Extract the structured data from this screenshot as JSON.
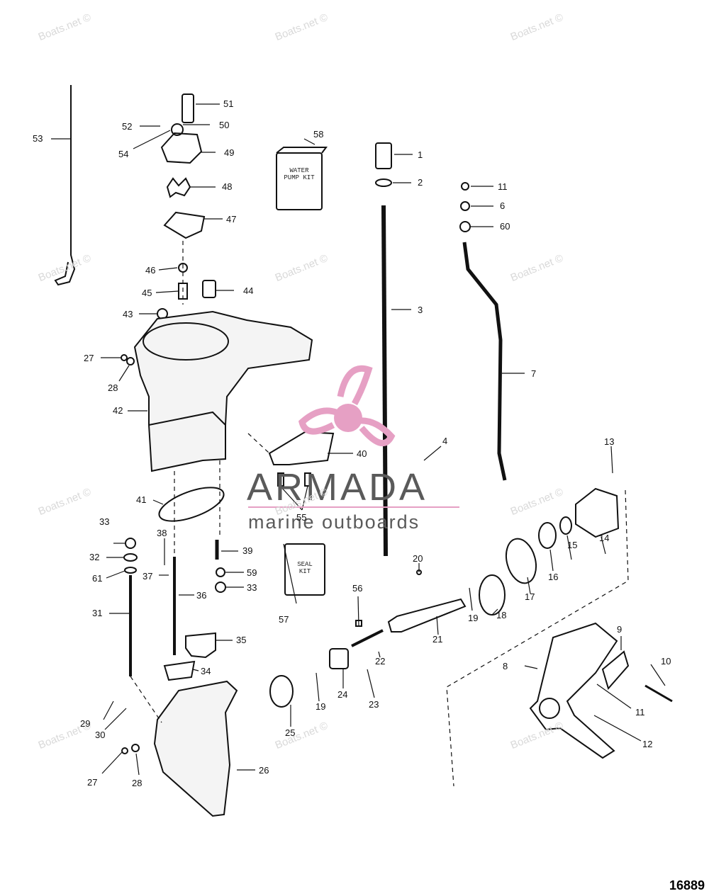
{
  "figure_number": "16889",
  "watermark": "Boats.net ©",
  "logo": {
    "name": "ARMADA",
    "tagline": "marine outboards",
    "color": "#e6a0c4"
  },
  "kits": {
    "water_pump_kit": "WATER PUMP KIT",
    "seal_kit": "SEAL KIT"
  },
  "callouts": [
    "1",
    "2",
    "3",
    "4",
    "6",
    "7",
    "8",
    "9",
    "10",
    "11",
    "11",
    "12",
    "13",
    "14",
    "15",
    "16",
    "17",
    "18",
    "19",
    "19",
    "20",
    "21",
    "22",
    "23",
    "24",
    "25",
    "26",
    "27",
    "27",
    "28",
    "28",
    "29",
    "30",
    "31",
    "32",
    "33",
    "33",
    "34",
    "35",
    "36",
    "37",
    "38",
    "39",
    "40",
    "41",
    "42",
    "43",
    "44",
    "45",
    "46",
    "47",
    "48",
    "49",
    "50",
    "51",
    "52",
    "53",
    "54",
    "55",
    "56",
    "57",
    "58",
    "59",
    "60",
    "61"
  ]
}
